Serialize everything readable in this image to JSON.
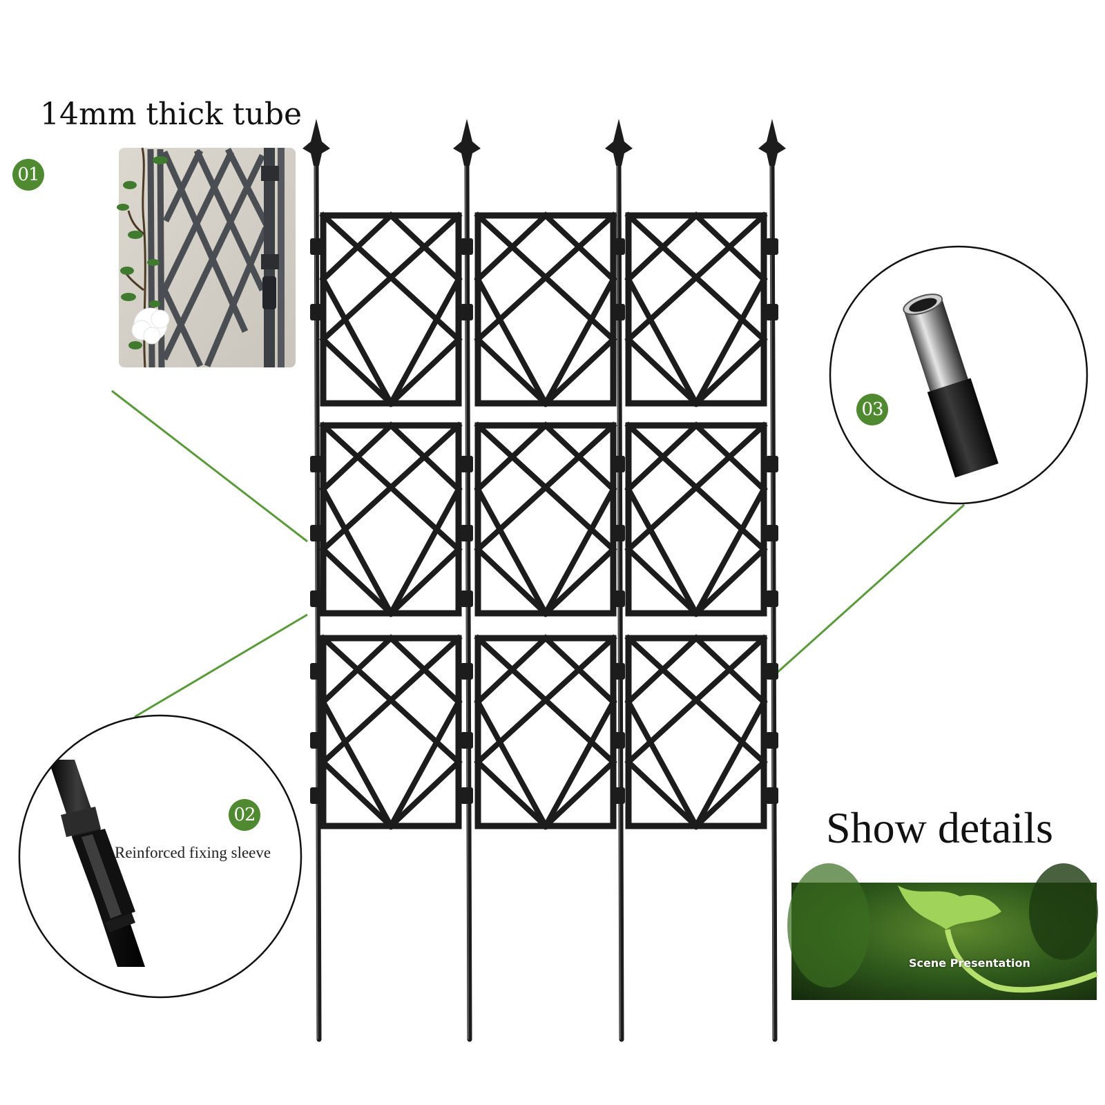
{
  "callout_1": {
    "title": "14mm thick tube",
    "badge": "01"
  },
  "callout_2": {
    "badge": "02",
    "label": "Reinforced fixing sleeve"
  },
  "callout_3": {
    "badge": "03"
  },
  "details": {
    "title": "Show details",
    "scene_label": "Scene Presentation"
  },
  "colors": {
    "accent_green": "#4f8a30",
    "trellis": "#1c1c1c",
    "line": "#5a9a3a"
  },
  "trellis": {
    "rows": 3,
    "columns": 3,
    "stakes": 4
  }
}
